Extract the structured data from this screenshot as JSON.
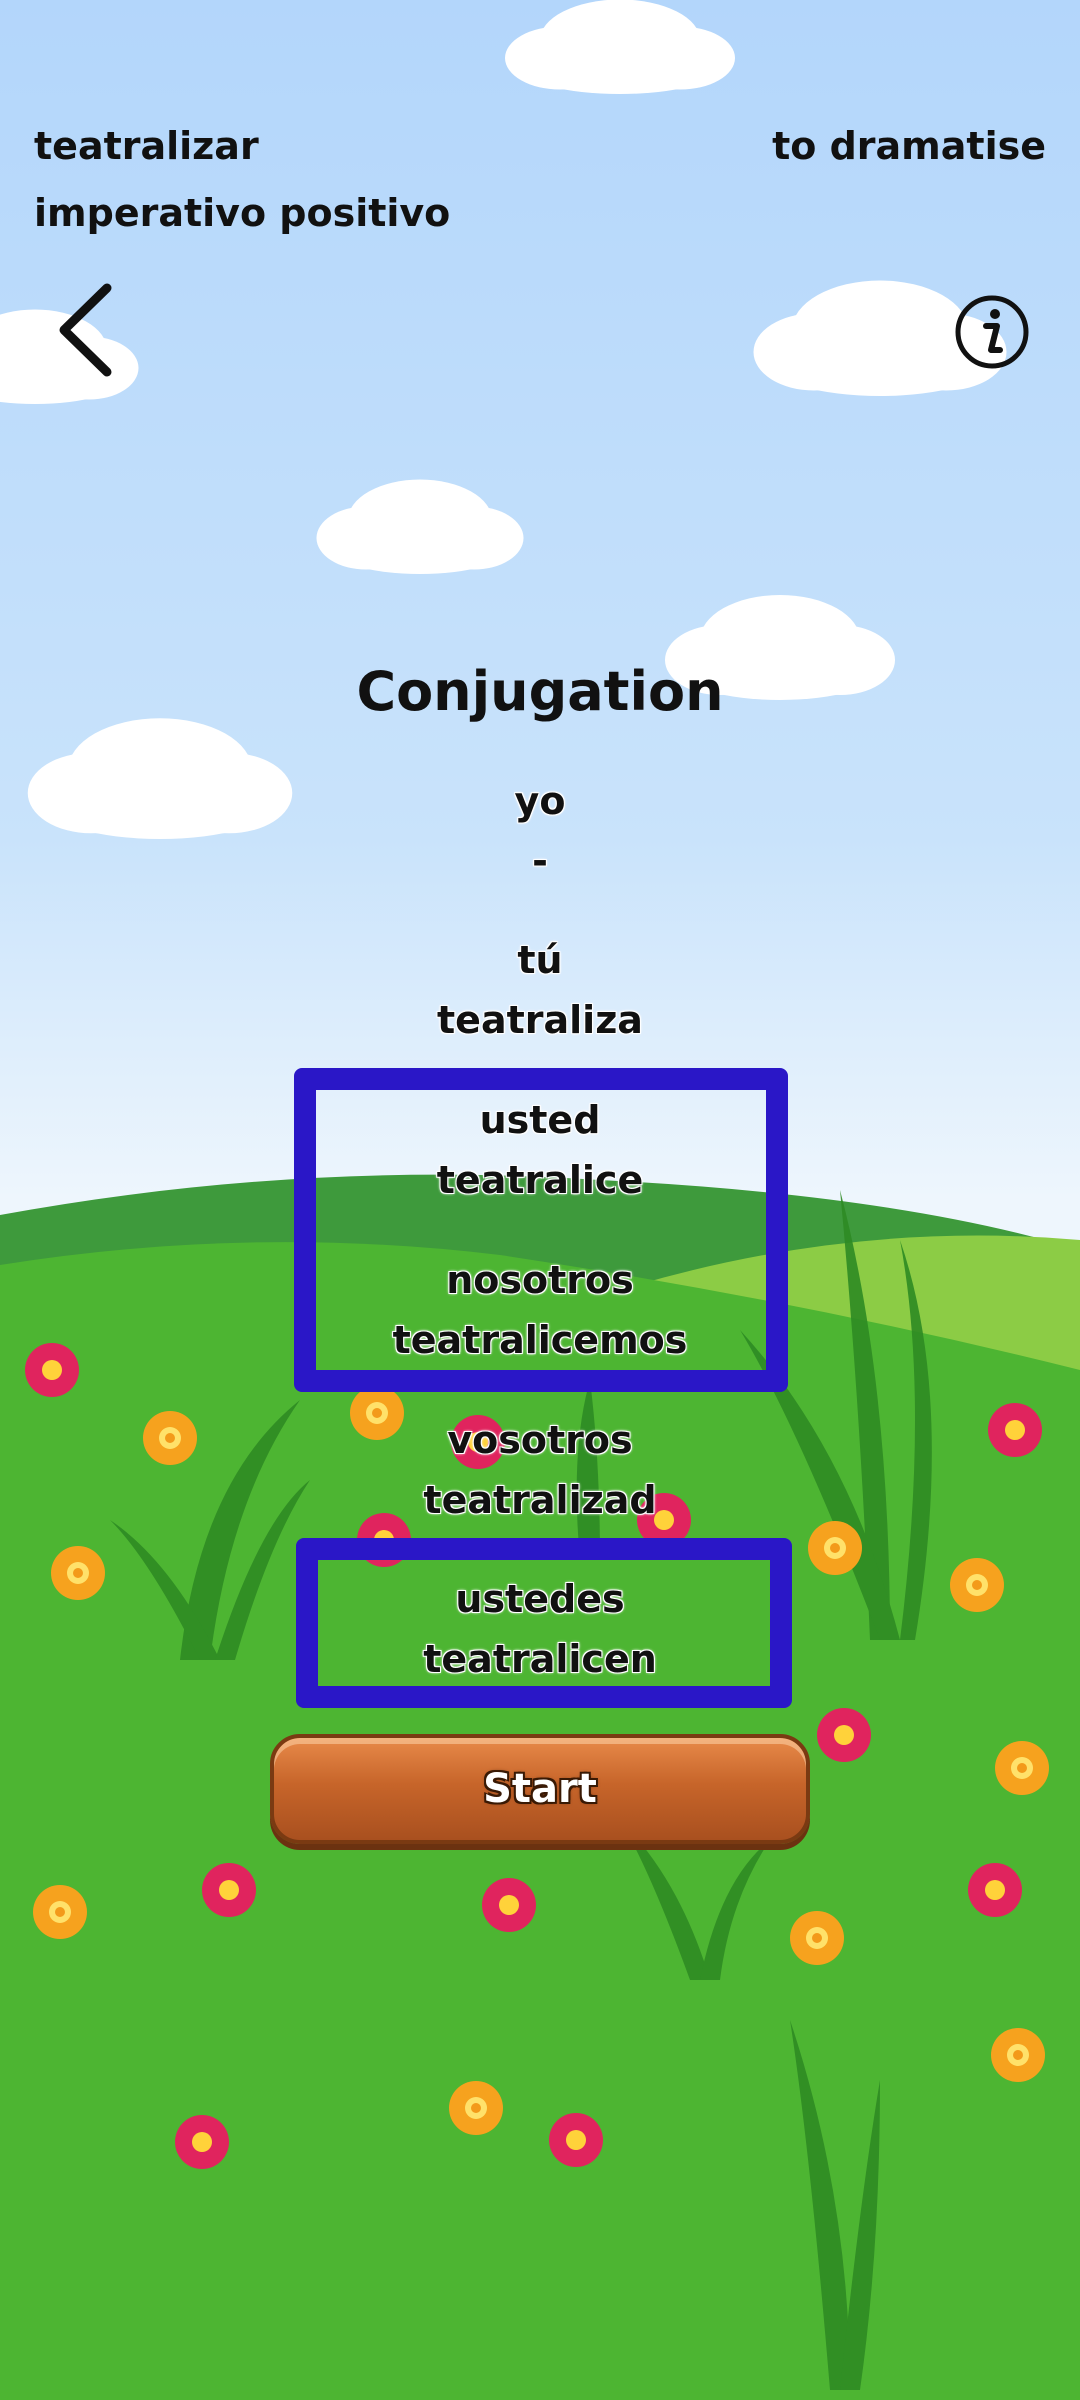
{
  "header": {
    "verb": "teatralizar",
    "translation": "to dramatise",
    "tense": "imperativo positivo"
  },
  "icons": {
    "back": "chevron-left-icon",
    "info": "info-icon"
  },
  "title": "Conjugation",
  "conjugations": [
    {
      "pronoun": "yo",
      "form": "-"
    },
    {
      "pronoun": "tú",
      "form": "teatraliza"
    },
    {
      "pronoun": "usted",
      "form": "teatralice"
    },
    {
      "pronoun": "nosotros",
      "form": "teatralicemos"
    },
    {
      "pronoun": "vosotros",
      "form": "teatralizad"
    },
    {
      "pronoun": "ustedes",
      "form": "teatralicen"
    }
  ],
  "start_button": {
    "label": "Start"
  },
  "colors": {
    "highlight_box": "#2a17c7",
    "grass": "#4db532",
    "sky": "#b3d6fb",
    "button_wood": "#c7652a"
  }
}
